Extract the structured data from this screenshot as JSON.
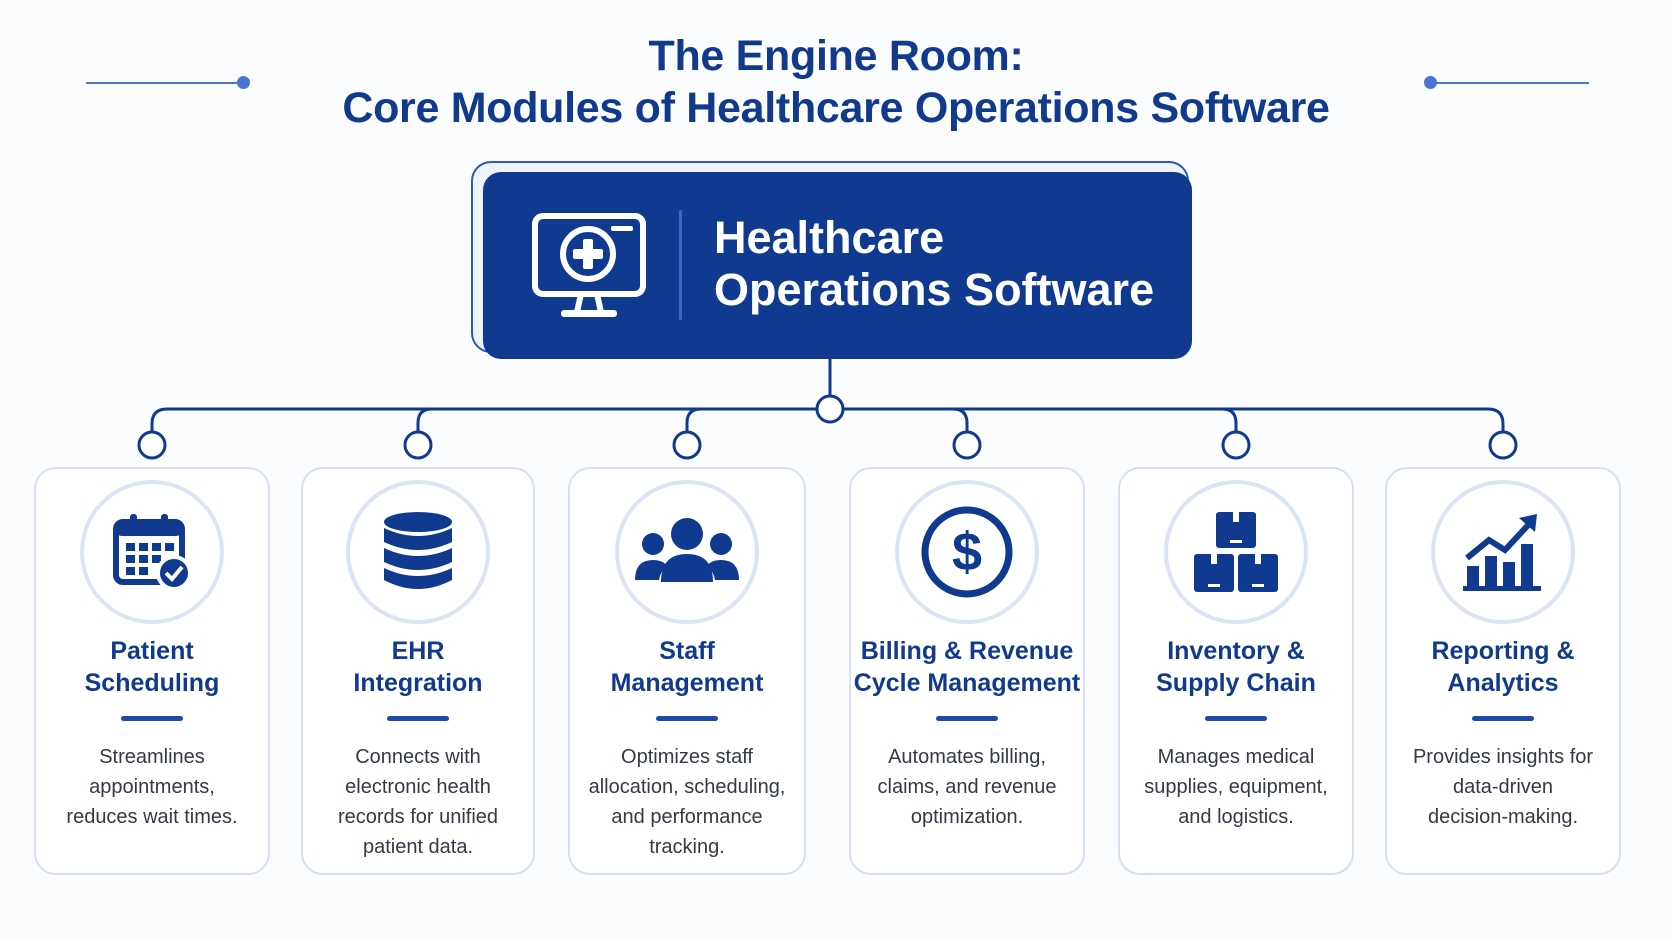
{
  "title": {
    "line1": "The Engine Room:",
    "line2": "Core Modules of Healthcare Operations Software"
  },
  "hub": {
    "icon": "monitor-medical-cross-icon",
    "line1": "Healthcare",
    "line2": "Operations Software"
  },
  "colors": {
    "navy": "#0f3a8f",
    "title_blue": "#123a8c",
    "accent_blue": "#4a74d1",
    "card_border": "#d6e0f2",
    "body_text": "#333a45"
  },
  "modules": [
    {
      "icon": "calendar-check-icon",
      "title_line1": "Patient",
      "title_line2": "Scheduling",
      "desc": [
        "Streamlines",
        "appointments,",
        "reduces wait times."
      ]
    },
    {
      "icon": "database-icon",
      "title_line1": "EHR",
      "title_line2": "Integration",
      "desc": [
        "Connects with",
        "electronic health",
        "records for unified",
        "patient data."
      ]
    },
    {
      "icon": "people-group-icon",
      "title_line1": "Staff",
      "title_line2": "Management",
      "desc": [
        "Optimizes staff",
        "allocation, scheduling,",
        "and performance",
        "tracking."
      ]
    },
    {
      "icon": "dollar-coin-icon",
      "title_line1": "Billing & Revenue",
      "title_line2": "Cycle Management",
      "desc": [
        "Automates billing,",
        "claims, and revenue",
        "optimization."
      ]
    },
    {
      "icon": "boxes-stack-icon",
      "title_line1": "Inventory &",
      "title_line2": "Supply Chain",
      "desc": [
        "Manages medical",
        "supplies, equipment,",
        "and logistics."
      ]
    },
    {
      "icon": "bar-chart-growth-icon",
      "title_line1": "Reporting &",
      "title_line2": "Analytics",
      "desc": [
        "Provides insights for",
        "data-driven",
        "decision-making."
      ]
    }
  ]
}
